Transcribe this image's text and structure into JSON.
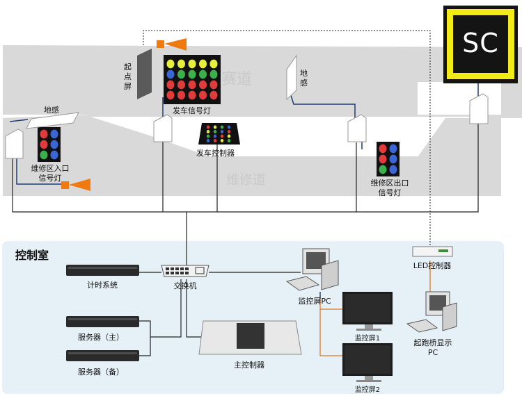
{
  "zones": {
    "track": "赛道",
    "pit_lane": "维修道",
    "control_room": "控制室"
  },
  "sign": {
    "text": "SC",
    "colors": {
      "frame": "#f1ec17",
      "face": "#141414",
      "text": "#ffffff"
    }
  },
  "devices": {
    "start_screen": "起点屏",
    "start_lights": "发车信号灯",
    "start_controller": "发车控制器",
    "pit_entry_lights": "维修区入口\n信号灯",
    "pit_exit_lights": "维修区出口\n信号灯",
    "ground_sensor_left": "地感",
    "ground_sensor_right": "地感",
    "timing_system": "计时系统",
    "switch": "交换机",
    "server_main": "服务器（主）",
    "server_backup": "服务器（备）",
    "main_controller": "主控制器",
    "monitor_pc": "监控屏PC",
    "monitor_1": "监控屏1",
    "monitor_2": "监控屏2",
    "led_controller": "LED控制器",
    "grid_display_pc": "起跑桥显示\nPC"
  },
  "colors": {
    "track_gray": "#d9d9d9",
    "network_line": "#1f3b73",
    "video_line": "#e07a20",
    "room_bg": "#e6f1f7",
    "horn": "#f07a10"
  }
}
